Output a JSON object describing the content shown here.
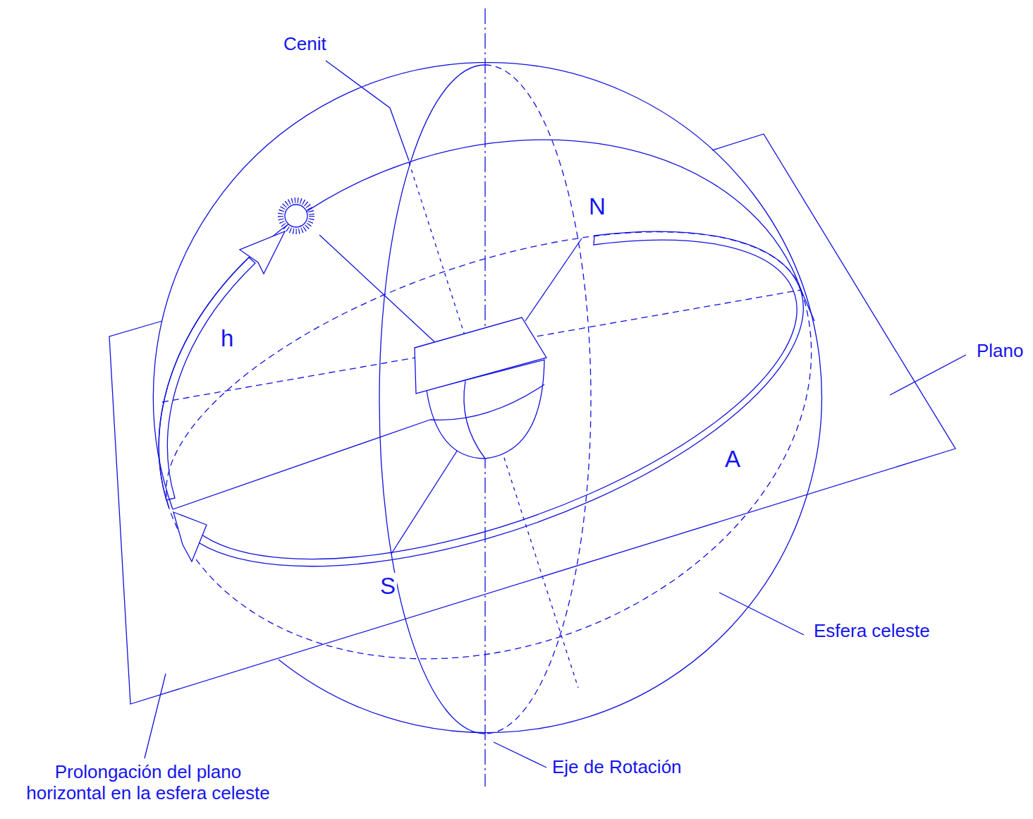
{
  "diagram": {
    "labels": [
      "Cenit",
      "N",
      "h",
      "Plano",
      "A",
      "S",
      "Esfera celeste",
      "Prolongación del plano horizontal en la esfera celeste",
      "Eje de Rotación"
    ]
  }
}
